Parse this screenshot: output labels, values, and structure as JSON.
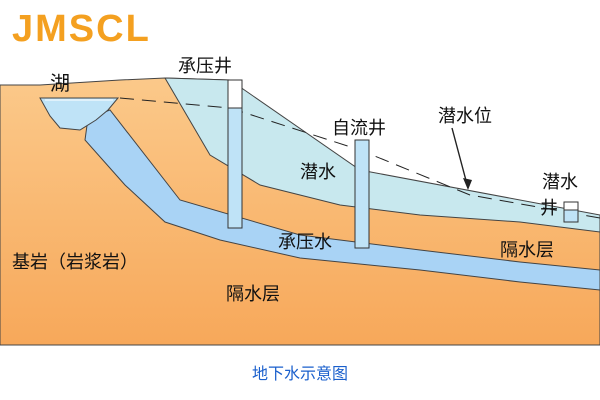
{
  "logo": {
    "text": "JMSCL",
    "color": "#f4a020"
  },
  "labels": {
    "lake": "湖",
    "confined_well": "承压井",
    "artesian_well": "自流井",
    "phreatic_level": "潜水位",
    "phreatic_water": "潜水",
    "phreatic_well": "潜水井",
    "confined_water": "承压水",
    "aquiclude_right": "隔水层",
    "bedrock": "基岩（岩浆岩）",
    "aquiclude_bottom": "隔水层"
  },
  "caption": {
    "text": "地下水示意图",
    "color": "#1a5fcc"
  },
  "colors": {
    "ground": "#f7b36a",
    "ground_top": "#fbc98a",
    "phreatic": "#c8e8ee",
    "confined": "#a9d3f5",
    "well": "#bfe3f7",
    "lake": "#bfe3f7",
    "outline": "#222222"
  }
}
